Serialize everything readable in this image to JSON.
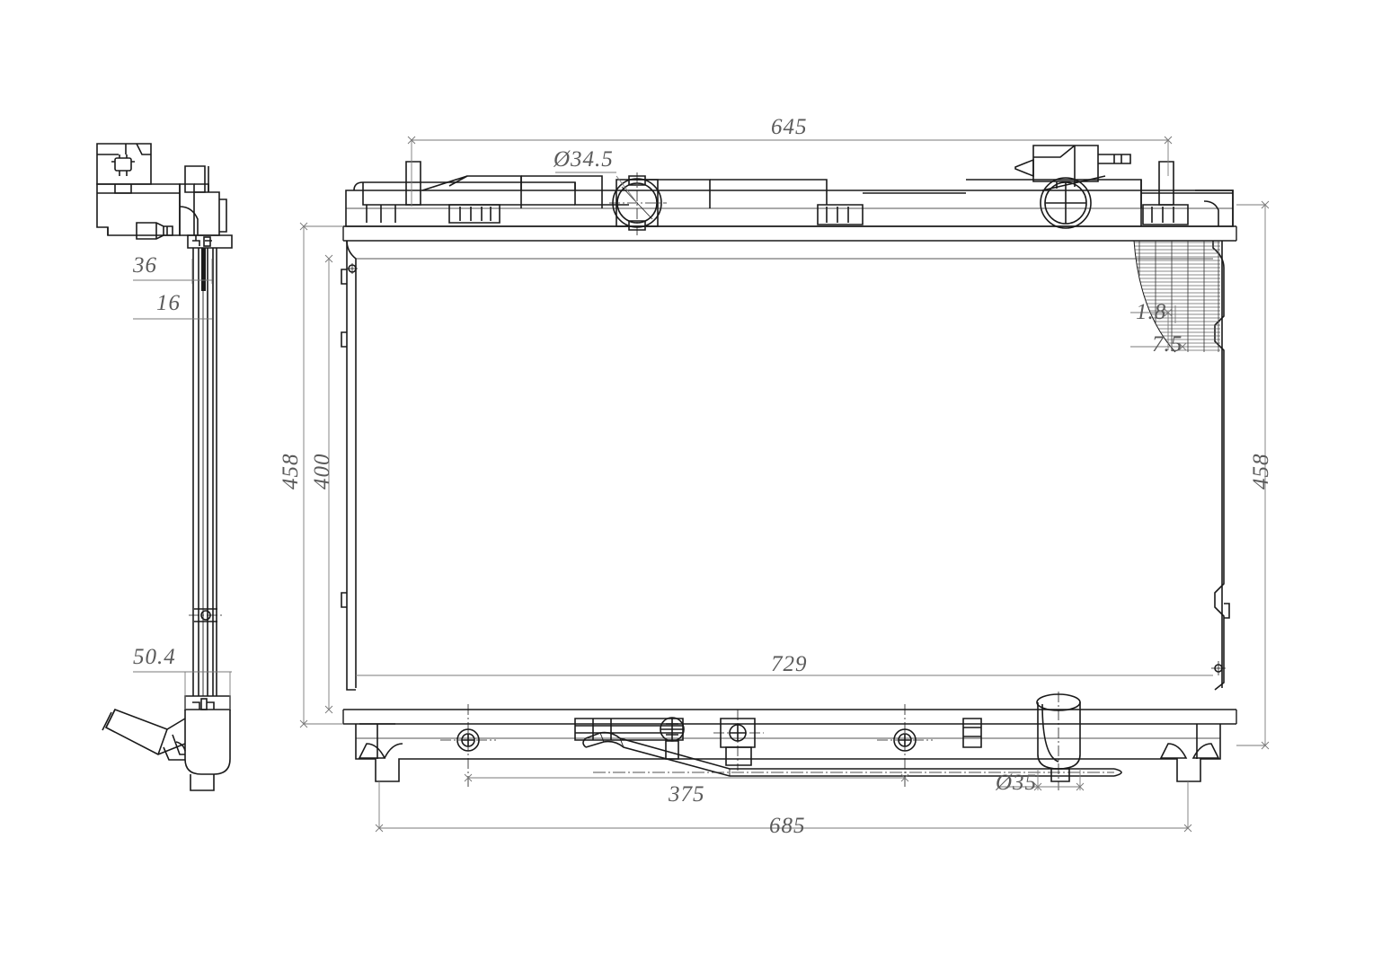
{
  "drawing": {
    "title": "Radiator assembly technical drawing",
    "views": [
      {
        "name": "side-view",
        "position": "left"
      },
      {
        "name": "front-view",
        "position": "right"
      }
    ],
    "line_color": "#1a1a1a",
    "dim_color": "#5a5a5a",
    "background": "#ffffff"
  },
  "dimensions": {
    "overall_width_top": "645",
    "filler_neck_diameter": "Ø34.5",
    "side_depth_top": "36",
    "side_depth_core": "16",
    "fin_pitch": "1.8",
    "fin_depth": "7.5",
    "core_height_outer_left": "458",
    "core_height_inner_left": "400",
    "core_height_outer_right": "458",
    "core_width_inner": "729",
    "side_depth_bottom": "50.4",
    "mount_spacing": "375",
    "overall_width_bottom": "685",
    "outlet_diameter": "Ø35"
  },
  "features": {
    "filler_cap": "filler-cap",
    "inlet_port": "inlet-port",
    "outlet_port": "outlet-port",
    "transmission_cooler_line": "oil-cooler-line",
    "mounting_foot_left": "mount-foot-left",
    "mounting_foot_right": "mount-foot-right",
    "drain_plug": "drain-plug",
    "fin_pack": "core-fin-pack"
  }
}
